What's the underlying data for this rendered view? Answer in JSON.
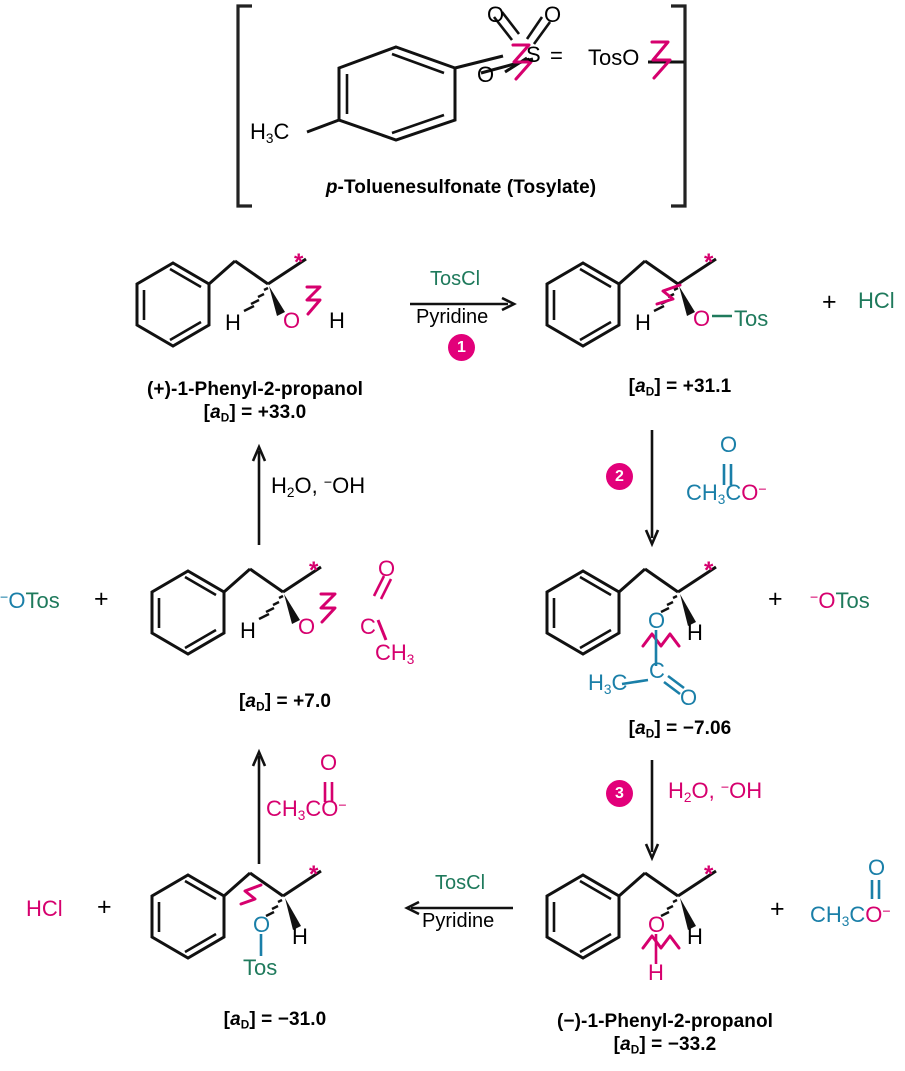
{
  "figure": {
    "title": "Tosylate SN2 inversion cycle of 1-phenyl-2-propanol",
    "colors": {
      "magenta": "#d6006e",
      "badge": "#e2007a",
      "teal": "#1f7a5c",
      "blue": "#1a7fa8",
      "black": "#000000"
    }
  },
  "inset": {
    "caption_italic": "p",
    "caption_rest": "-Toluenesulfonate (Tosylate)",
    "methyl": "H3C",
    "sulfur": "S",
    "oxygen_top_left": "O",
    "oxygen_top_right": "O",
    "oxygen_ester": "O",
    "equals": "=",
    "shorthand": "TosO"
  },
  "structures": {
    "top_left": {
      "name": "(+)-1-Phenyl-2-propanol",
      "rotation": "[a]D = +33.0",
      "rotation_prefix": "[",
      "rotation_italic": "a",
      "rotation_sub": "D",
      "rotation_value": "] = +33.0",
      "h_label": "H",
      "o_label": "O",
      "tail_label": "H",
      "star": "*"
    },
    "top_right": {
      "name": "",
      "rotation_value": "] = +31.1",
      "h_label": "H",
      "o_label": "O",
      "tos_label": "Tos",
      "star": "*",
      "plus": "+",
      "byproduct": "HCl"
    },
    "mid_right": {
      "rotation_value": "] = −7.06",
      "h_label": "H",
      "o_label": "O",
      "c_label": "C",
      "methyl": "H3C",
      "carbonyl_o": "O",
      "star": "*",
      "plus": "+",
      "byproduct_charge": "−",
      "byproduct_o": "O",
      "byproduct_tos": "Tos"
    },
    "mid_left": {
      "rotation_value": "] = +7.0",
      "h_label": "H",
      "o_label": "O",
      "c_label": "C",
      "carbonyl_o": "O",
      "methyl": "CH3",
      "star": "*",
      "plus": "+",
      "reagent_charge": "−",
      "reagent_o": "O",
      "reagent_tos": "Tos"
    },
    "bottom_right": {
      "name": "(−)-1-Phenyl-2-propanol",
      "rotation_value": "] = −33.2",
      "h_label": "H",
      "o_label": "O",
      "oh_h": "H",
      "star": "*",
      "plus": "+",
      "byproduct_methyl": "CH3",
      "byproduct_c": "C",
      "byproduct_o_top": "O",
      "byproduct_o_right": "O",
      "byproduct_charge": "−"
    },
    "bottom_left": {
      "rotation_value": "] = −31.0",
      "h_label": "H",
      "o_label": "O",
      "tos_label": "Tos",
      "star": "*",
      "plus": "+",
      "byproduct": "HCl"
    }
  },
  "arrows": {
    "step1": {
      "badge": "1",
      "above": "TosCl",
      "below": "Pyridine",
      "direction": "right"
    },
    "step2": {
      "badge": "2",
      "reagent_methyl": "CH3",
      "reagent_c": "C",
      "reagent_o_top": "O",
      "reagent_o_right": "O",
      "reagent_charge": "−",
      "direction": "down"
    },
    "step3": {
      "badge": "3",
      "label_water": "H2O,",
      "label_hydroxide_charge": "−",
      "label_hydroxide": "OH",
      "direction": "down"
    },
    "step4": {
      "badge": "",
      "above": "TosCl",
      "below": "Pyridine",
      "direction": "left"
    },
    "step5": {
      "badge": "",
      "reagent_methyl": "CH3",
      "reagent_c": "C",
      "reagent_o_top": "O",
      "reagent_o_right": "O",
      "reagent_charge": "−",
      "direction": "up"
    },
    "step6": {
      "badge": "",
      "label_water": "H2O,",
      "label_hydroxide_charge": "−",
      "label_hydroxide": "OH",
      "direction": "up"
    }
  }
}
